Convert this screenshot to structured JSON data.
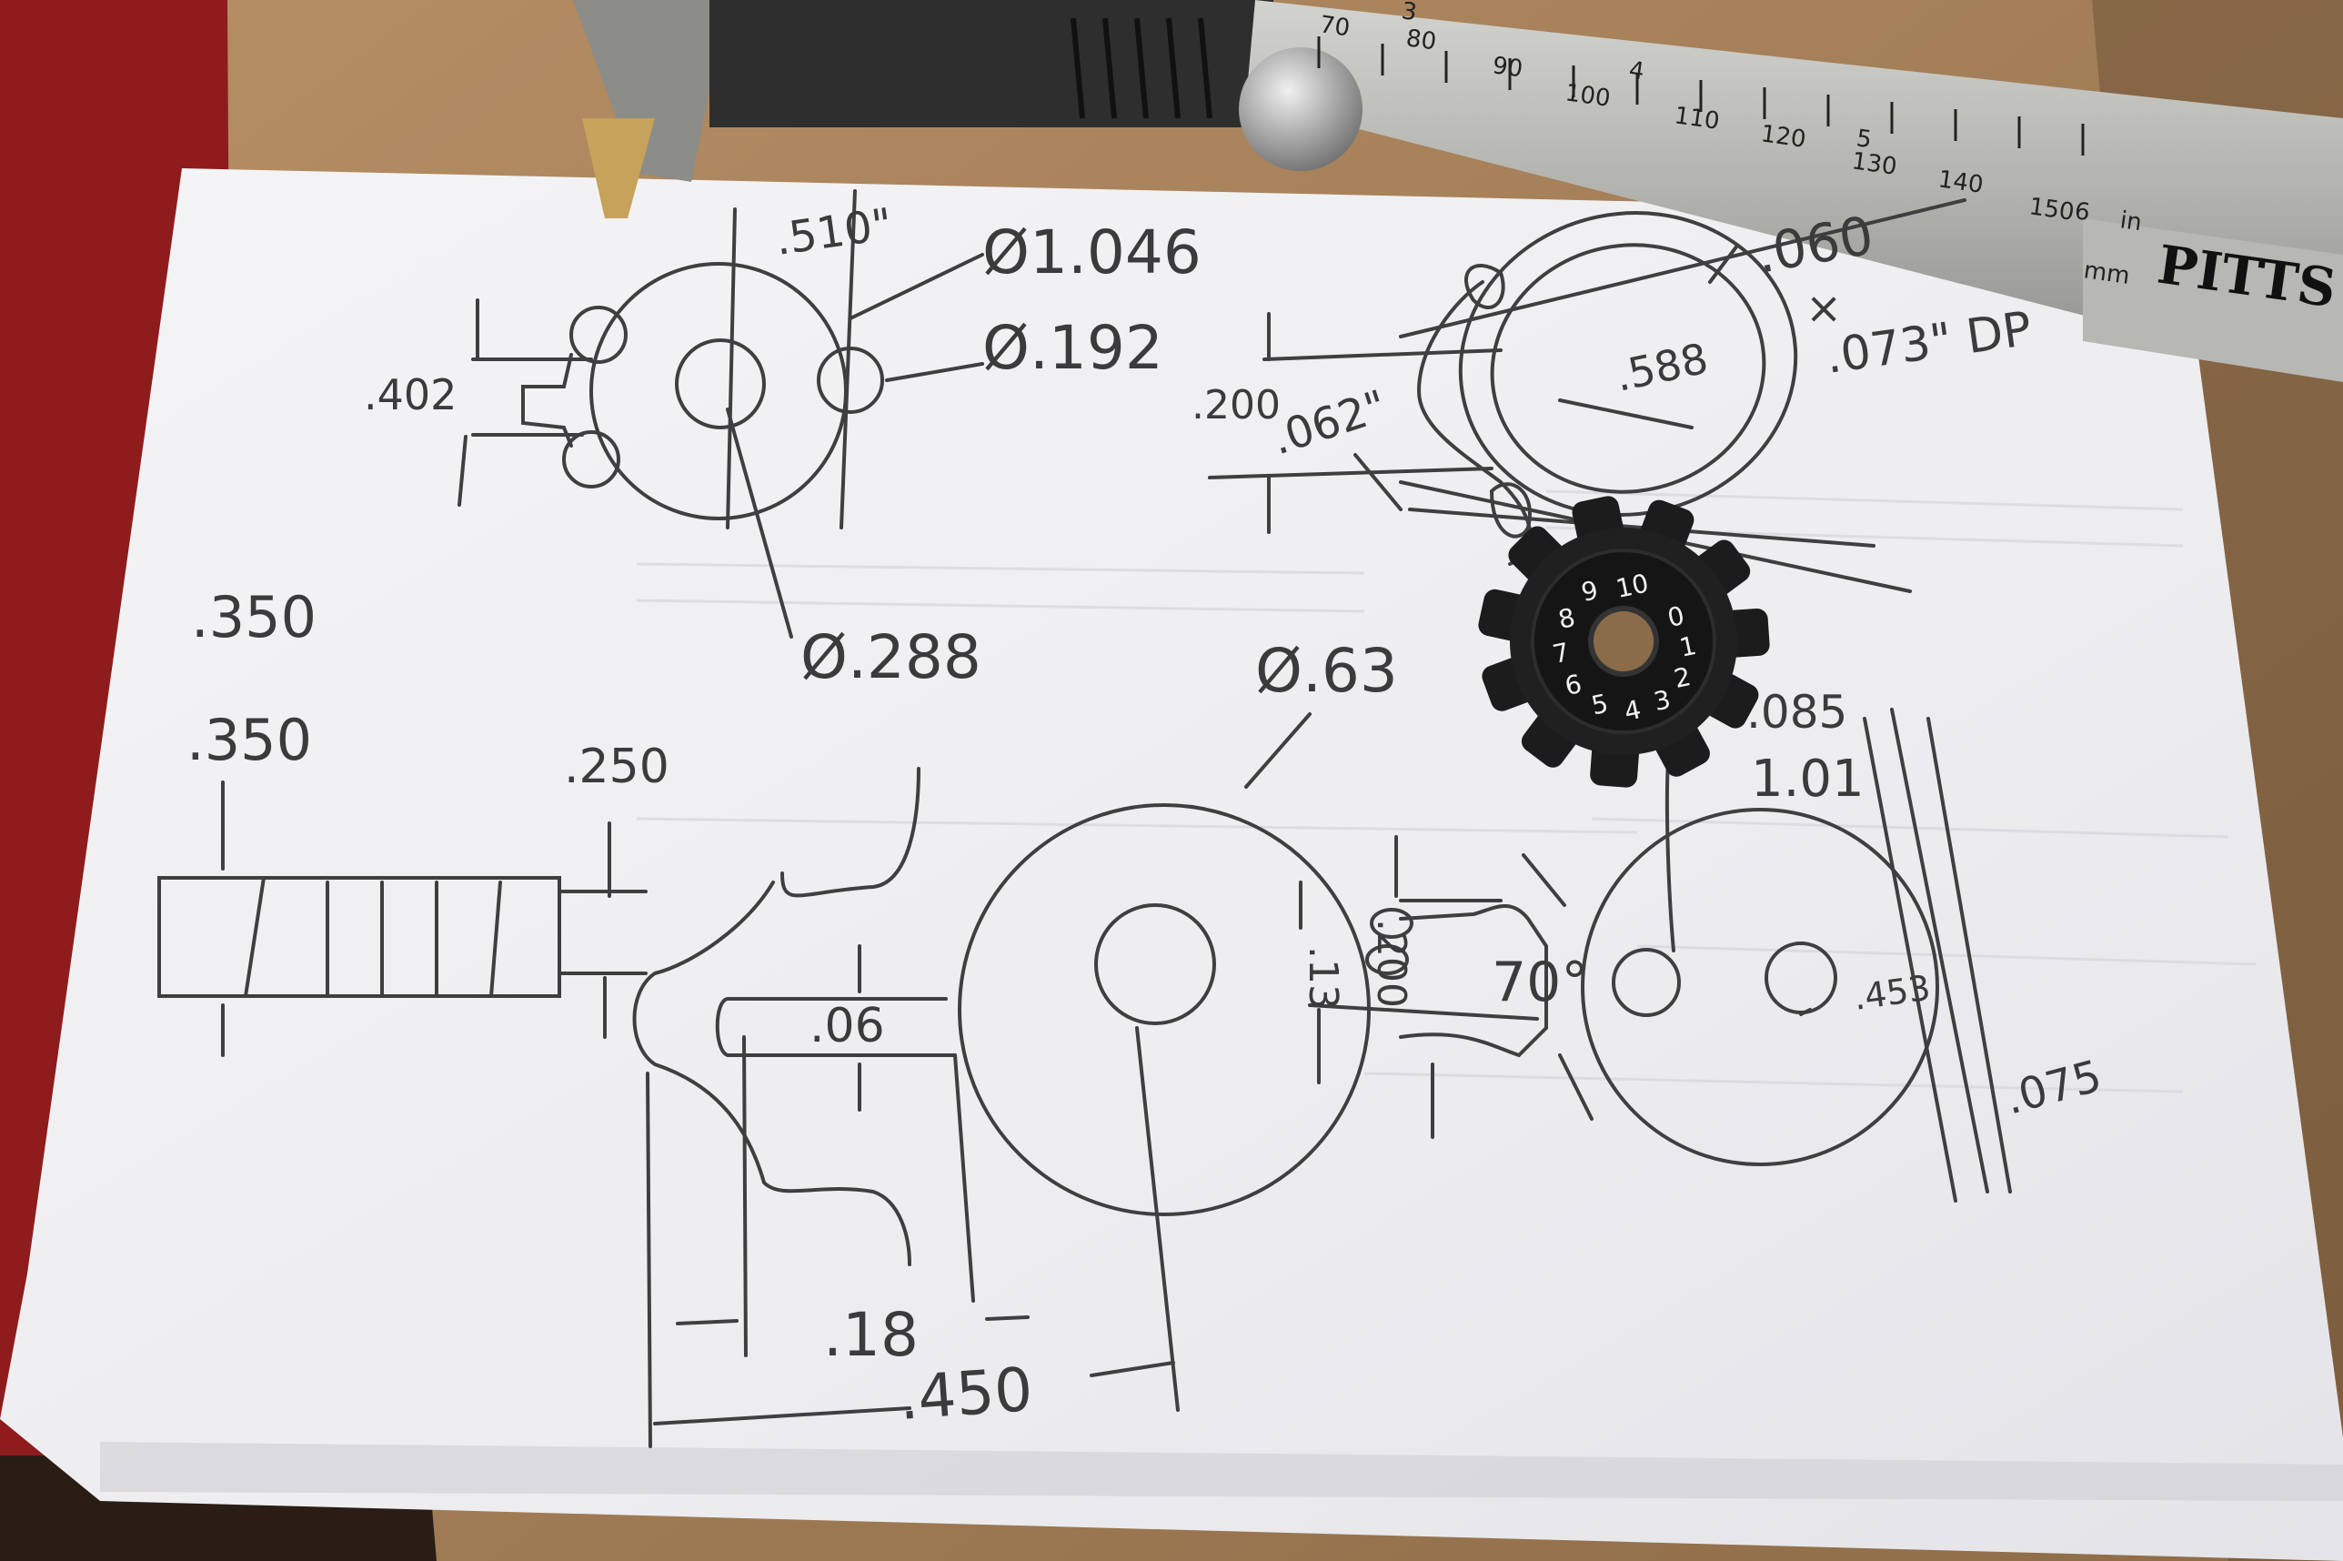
{
  "photo": {
    "colors": {
      "table": "#2a1d16",
      "cardboard": "#a8845e",
      "red_binder": "#8f1c1c",
      "paper": "#f1f1f3",
      "pencil": "#3b3b3b",
      "gear": "#1c1c1c",
      "caliper_steel": "#b8b8b4"
    }
  },
  "caliper": {
    "brand": "PITTS",
    "unit_in": "in",
    "unit_mm": "mm",
    "mm_scale": [
      "70",
      "80",
      "90",
      "100",
      "110",
      "120",
      "130",
      "140",
      "150"
    ],
    "in_scale": [
      "3",
      "4",
      "5",
      "6"
    ]
  },
  "gear_dial": {
    "numbers": [
      "0",
      "1",
      "2",
      "3",
      "4",
      "5",
      "6",
      "7",
      "8",
      "9",
      "10"
    ],
    "tooth_count": 11
  },
  "sketch": {
    "dims": {
      "d510": ".510\"",
      "dia_1046": "Ø1.046",
      "dia_192": "Ø.192",
      "d402": ".402",
      "dia_288": "Ø.288",
      "d200": ".200",
      "d062": ".062\"",
      "d060": ".060",
      "times": "×",
      "dp": ".073\" DP",
      "d588": ".588",
      "d350": ".350",
      "d350_overwrite": ".350",
      "d250": ".250",
      "dia_63": "Ø.63",
      "d06": ".06",
      "d13": ".13",
      "d200b": ".200",
      "angle70": "70°",
      "d085": ".085",
      "d101": "1.01",
      "d453": ".453",
      "d075": ".075",
      "d18": ".18",
      "d450": ".450"
    }
  }
}
